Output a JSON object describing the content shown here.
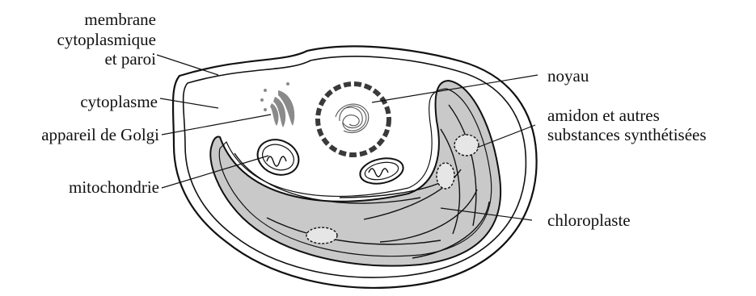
{
  "labels": {
    "membrane_line1": "membrane",
    "membrane_line2": "cytoplasmique",
    "membrane_line3": "et paroi",
    "cytoplasme": "cytoplasme",
    "golgi": "appareil de Golgi",
    "mitochondrie": "mitochondrie",
    "noyau": "noyau",
    "amidon_line1": "amidon et autres",
    "amidon_line2": "substances synthétisées",
    "chloroplaste": "chloroplaste"
  },
  "colors": {
    "ink": "#111111",
    "chloroplast_fill": "#c9c9c9",
    "golgi": "#8a8a8a",
    "nucleus_dots": "#3a3a3a"
  }
}
